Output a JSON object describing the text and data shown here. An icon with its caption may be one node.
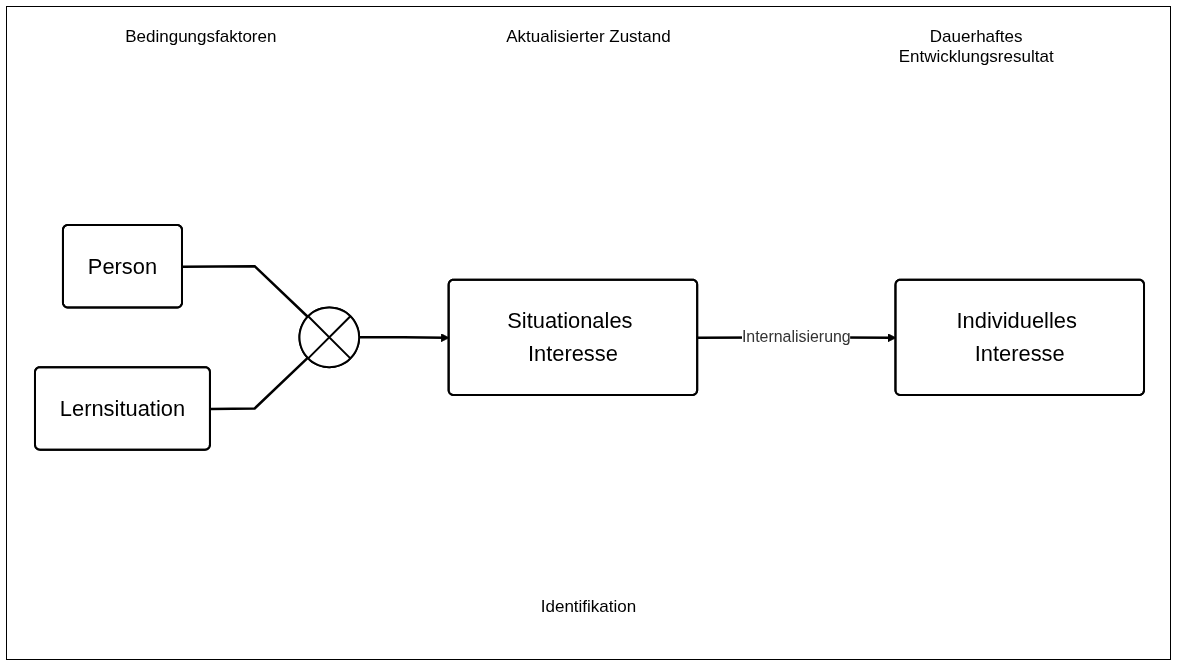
{
  "diagram": {
    "nodes": [
      {
        "text": [
          "Person"
        ]
      },
      {
        "text": [
          "Lernsituation"
        ]
      },
      {
        "text": [],
        "shape": "circle"
      },
      {
        "text": [
          "Situationales Interesse"
        ]
      },
      {
        "text": [
          "Individuelles Interesse"
        ]
      }
    ],
    "edges": [
      {
        "from": 0,
        "to": 2,
        "arrow": "none"
      },
      {
        "from": 1,
        "to": 2,
        "arrow": "none"
      },
      {
        "from": 2,
        "to": 3,
        "arrow": "to"
      },
      {
        "from": 3,
        "to": 4,
        "arrow": "to",
        "label": "Internalisierung"
      }
    ],
    "labels": [
      "Bedingungsfaktoren",
      "Aktualisierter Zustand",
      "Dauerhaftes Entwicklungsresultat",
      "Identifikation"
    ]
  }
}
